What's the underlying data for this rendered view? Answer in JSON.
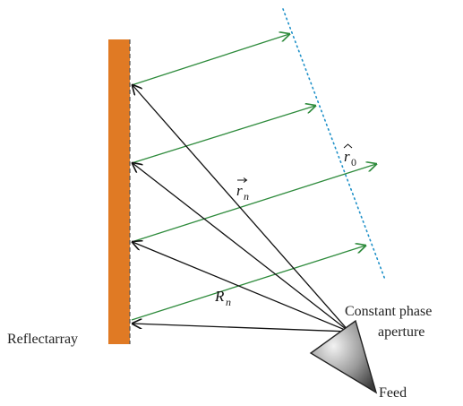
{
  "labels": {
    "reflectarray": "Reflectarray",
    "feed": "Feed",
    "aperture_line1": "Constant phase",
    "aperture_line2": "aperture",
    "r_vec_symbol": "r",
    "r_vec_sub": "n",
    "R_symbol": "R",
    "R_sub": "n",
    "r0_symbol": "r",
    "r0_sub": "0"
  },
  "colors": {
    "reflector": "#E07A24",
    "rays": "#2E8B3C",
    "aperture": "#1E90C8",
    "feed_lines": "#111111",
    "feed_horn_light": "#f2f2f2",
    "feed_horn_dark": "#4a4a4a"
  }
}
